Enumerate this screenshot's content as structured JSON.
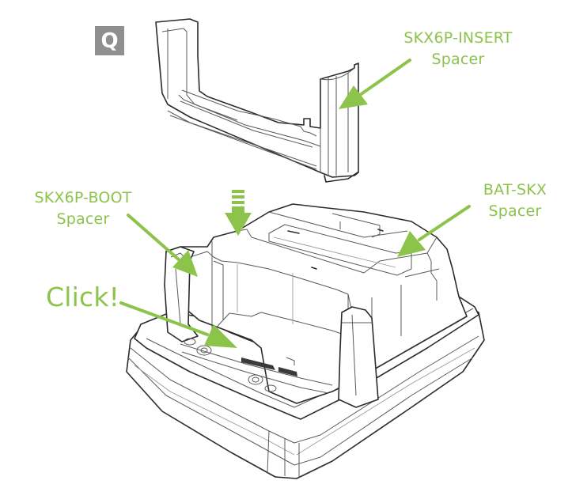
{
  "figure": {
    "step_letter": "Q",
    "accent_color": "#8cc34a",
    "badge_color": "#8f8f8f"
  },
  "callouts": {
    "insert": {
      "line1": "SKX6P-INSERT",
      "line2": "Spacer"
    },
    "boot": {
      "line1": "SKX6P-BOOT",
      "line2": "Spacer"
    },
    "battery": {
      "line1": "BAT-SKX",
      "line2": "Spacer"
    },
    "click": {
      "text": "Click!"
    }
  },
  "icons": {
    "insert_direction": "down-arrow-dashed-icon"
  }
}
